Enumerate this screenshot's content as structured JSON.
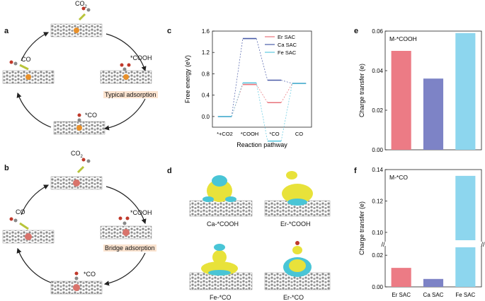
{
  "panels": {
    "a": "a",
    "b": "b",
    "c": "c",
    "d": "d",
    "e": "e",
    "f": "f"
  },
  "cycle_a": {
    "co2": "CO",
    "co2_sub": "2",
    "cooh": "*COOH",
    "co_star": "*CO",
    "co": "CO",
    "mode": "Typical adsorption",
    "metal_color": "#e8902a"
  },
  "cycle_b": {
    "co2": "CO",
    "co2_sub": "2",
    "cooh": "*COOH",
    "co_star": "*CO",
    "co": "CO",
    "mode": "Bridge adsorption",
    "metal_color": "#d9736b"
  },
  "charge_labels": {
    "d1": "Ca-*COOH",
    "d2": "Er-*COOH",
    "d3": "Fe-*CO",
    "d4": "Er-*CO"
  },
  "chart_data": [
    {
      "type": "line",
      "title": "",
      "xlabel": "Reaction pathway",
      "ylabel": "Free energy (eV)",
      "ylim": [
        -0.2,
        1.6
      ],
      "yticks": [
        "0.0",
        "0.4",
        "0.8",
        "1.2",
        "1.6"
      ],
      "categories": [
        "*+CO2",
        "*COOH",
        "*CO",
        "CO"
      ],
      "series": [
        {
          "name": "Er SAC",
          "color": "#e8737a",
          "values": [
            0.0,
            0.6,
            0.26,
            0.62
          ]
        },
        {
          "name": "Ca SAC",
          "color": "#4a5ca8",
          "values": [
            0.0,
            1.46,
            0.68,
            0.62
          ]
        },
        {
          "name": "Fe SAC",
          "color": "#5ec8e0",
          "values": [
            0.0,
            0.63,
            -0.46,
            0.62
          ]
        }
      ],
      "grid": false,
      "legend": "top-right"
    },
    {
      "type": "bar",
      "title": "M-*COOH",
      "xlabel": "",
      "ylabel": "Charge transfer (e)",
      "ylim": [
        0.0,
        0.06
      ],
      "yticks": [
        "0.00",
        "0.02",
        "0.04",
        "0.06"
      ],
      "categories": [
        "Er SAC",
        "Ca SAC",
        "Fe SAC"
      ],
      "values": [
        0.05,
        0.036,
        0.059
      ],
      "colors": [
        "#ec7b85",
        "#7d83c6",
        "#8dd6ee"
      ]
    },
    {
      "type": "bar",
      "title": "M-*CO",
      "xlabel": "",
      "ylabel": "Charge transfer (e)",
      "axis_break": [
        0.025,
        0.095
      ],
      "yticks": [
        "0.00",
        "0.02",
        "0.10",
        "0.12",
        "0.14"
      ],
      "categories": [
        "Er SAC",
        "Ca SAC",
        "Fe SAC"
      ],
      "values": [
        0.012,
        0.005,
        0.136
      ],
      "colors": [
        "#ec7b85",
        "#7d83c6",
        "#8dd6ee"
      ]
    }
  ]
}
